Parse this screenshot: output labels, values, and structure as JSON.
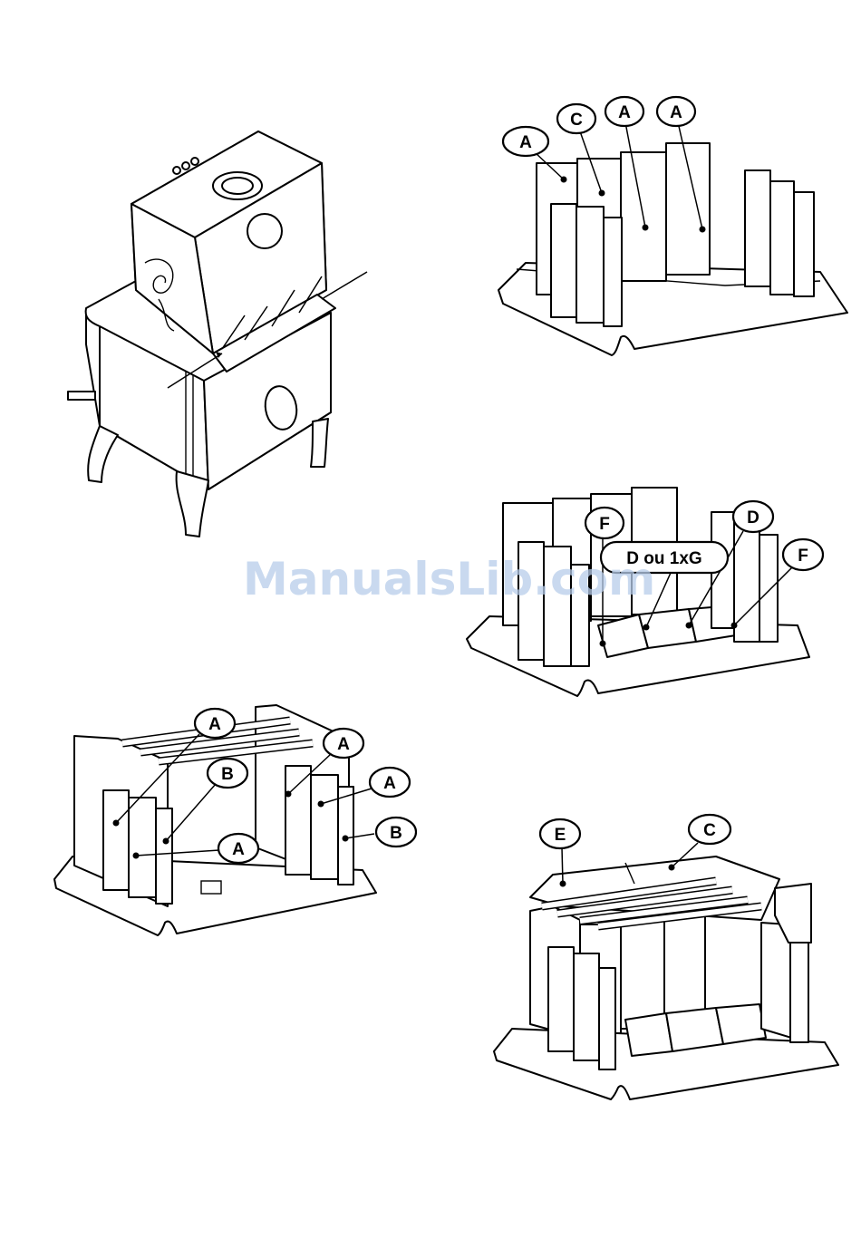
{
  "watermark": "ManualsLib.com",
  "figures": [
    {
      "id": "stove-overview",
      "callouts": []
    },
    {
      "id": "firebox-step-1",
      "callouts": [
        "A",
        "C",
        "A",
        "A"
      ]
    },
    {
      "id": "firebox-step-2",
      "callouts": [
        "F",
        "D",
        "D ou 1xG",
        "F"
      ]
    },
    {
      "id": "firebox-step-3",
      "callouts": [
        "A",
        "B",
        "A",
        "A",
        "B",
        "A"
      ]
    },
    {
      "id": "firebox-step-4",
      "callouts": [
        "E",
        "C"
      ]
    }
  ]
}
